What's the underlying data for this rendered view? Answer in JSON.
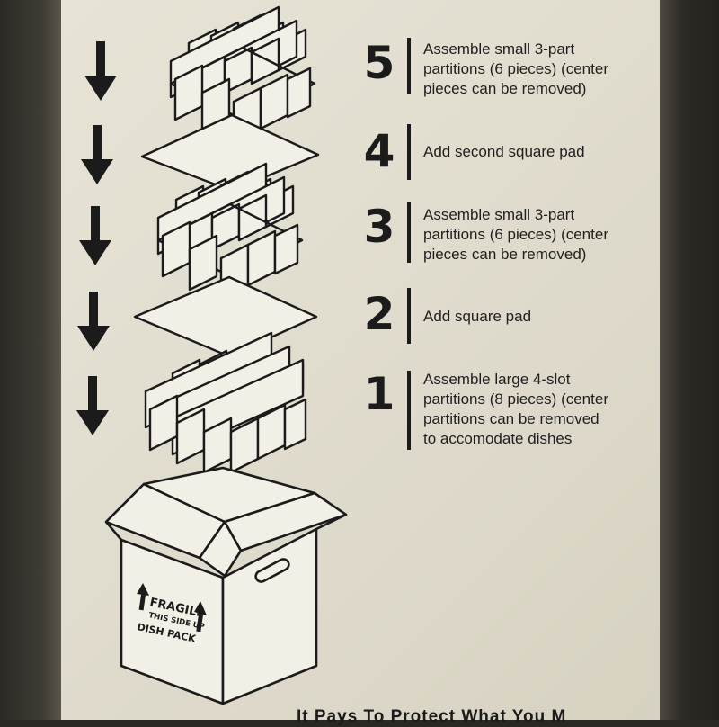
{
  "steps": [
    {
      "number": "5",
      "text": "Assemble small 3-part\npartitions (6 pieces) (center\npieces can be removed)"
    },
    {
      "number": "4",
      "text": "Add second square pad"
    },
    {
      "number": "3",
      "text": "Assemble small 3-part\npartitions (6 pieces) (center\npieces can be removed)"
    },
    {
      "number": "2",
      "text": "Add square pad"
    },
    {
      "number": "1",
      "text": "Assemble large 4-slot\npartitions (8 pieces) (center\npartitions can be removed\nto accomodate dishes"
    }
  ],
  "box": {
    "line1": "FRAGILE",
    "line2": "THIS SIDE UP",
    "line3": "DISH PACK"
  },
  "footer": {
    "text": "It Pays To Protect What You M"
  },
  "colors": {
    "background": "#e3dfd2",
    "ink": "#1b1b1b"
  },
  "icons": [
    "down-arrow-icon",
    "partition-grid-icon",
    "square-pad-icon",
    "cardboard-box-icon",
    "up-arrow-icon"
  ]
}
